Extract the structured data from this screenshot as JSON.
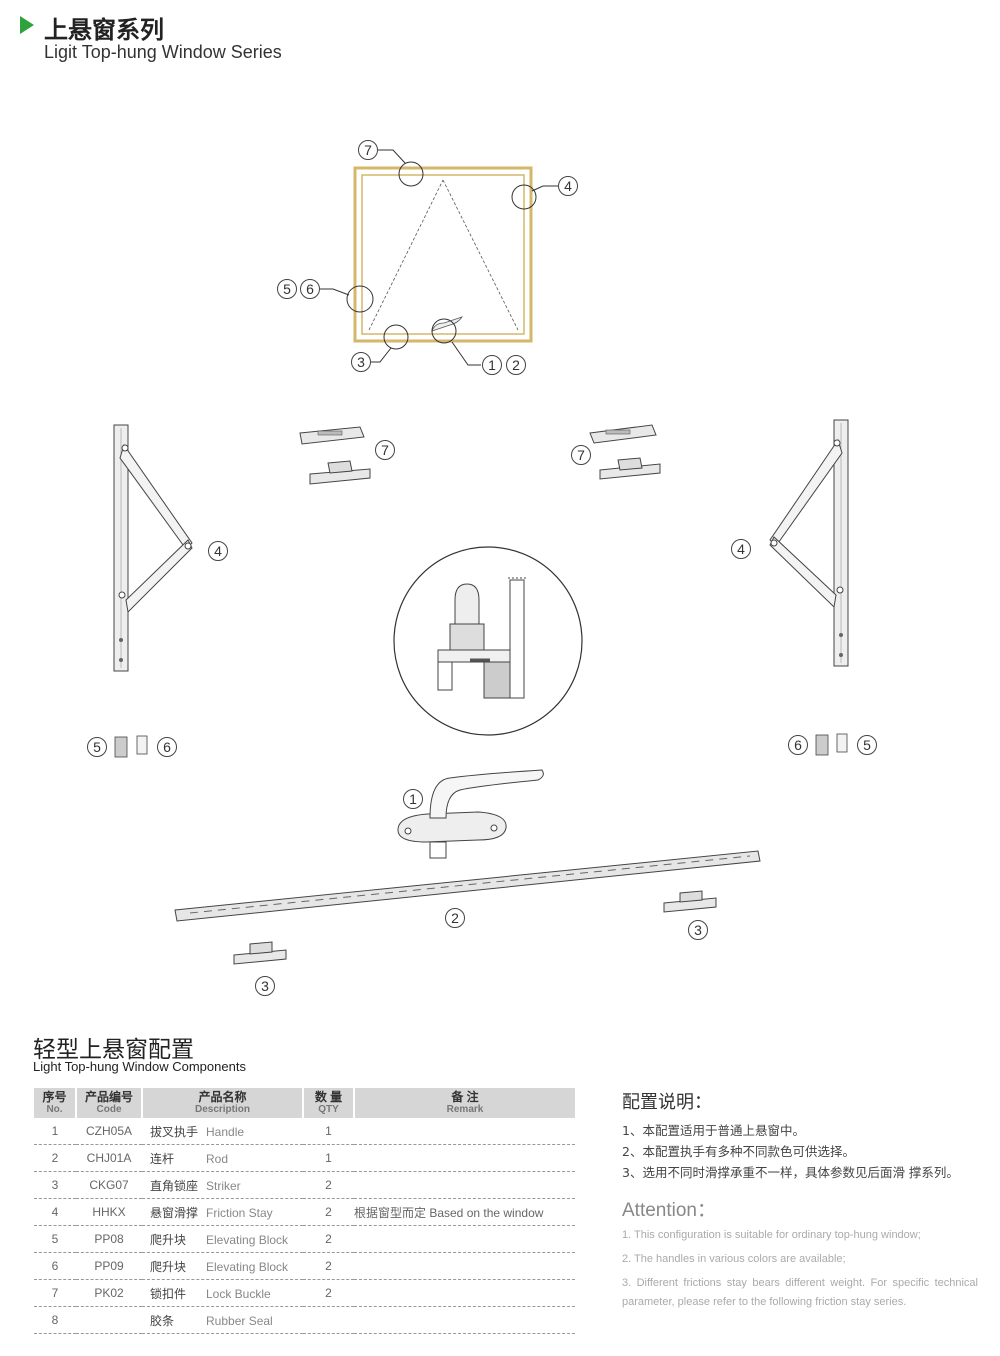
{
  "header": {
    "title_cn": "上悬窗系列",
    "title_en": "Ligit Top-hung Window Series"
  },
  "diagram": {
    "callouts": {
      "c1": "1",
      "c2": "2",
      "c3": "3",
      "c4": "4",
      "c5": "5",
      "c6": "6",
      "c7": "7"
    }
  },
  "components": {
    "title_cn": "轻型上悬窗配置",
    "title_en": "Light Top-hung Window Components",
    "headers": [
      {
        "cn": "序号",
        "en": "No."
      },
      {
        "cn": "产品编号",
        "en": "Code"
      },
      {
        "cn": "产品名称",
        "en": "Description"
      },
      {
        "cn": "数 量",
        "en": "QTY"
      },
      {
        "cn": "备 注",
        "en": "Remark"
      }
    ],
    "rows": [
      {
        "no": "1",
        "code": "CZH05A",
        "name_cn": "拔叉执手",
        "name_en": "Handle",
        "qty": "1",
        "remark": ""
      },
      {
        "no": "2",
        "code": "CHJ01A",
        "name_cn": "连杆",
        "name_en": "Rod",
        "qty": "1",
        "remark": ""
      },
      {
        "no": "3",
        "code": "CKG07",
        "name_cn": "直角锁座",
        "name_en": "Striker",
        "qty": "2",
        "remark": ""
      },
      {
        "no": "4",
        "code": "HHKX",
        "name_cn": "悬窗滑撑",
        "name_en": "Friction Stay",
        "qty": "2",
        "remark": "根据窗型而定 Based on the window"
      },
      {
        "no": "5",
        "code": "PP08",
        "name_cn": "爬升块",
        "name_en": "Elevating Block",
        "qty": "2",
        "remark": ""
      },
      {
        "no": "6",
        "code": "PP09",
        "name_cn": "爬升块",
        "name_en": "Elevating Block",
        "qty": "2",
        "remark": ""
      },
      {
        "no": "7",
        "code": "PK02",
        "name_cn": "锁扣件",
        "name_en": "Lock Buckle",
        "qty": "2",
        "remark": ""
      },
      {
        "no": "8",
        "code": "",
        "name_cn": "胶条",
        "name_en": "Rubber Seal",
        "qty": "",
        "remark": ""
      }
    ]
  },
  "notes": {
    "title": "配置说明：",
    "cn": [
      "1、本配置适用于普通上悬窗中。",
      "2、本配置执手有多种不同款色可供选择。",
      "3、选用不同时滑撑承重不一样，具体参数见后面滑 撑系列。"
    ],
    "attention_title": "Attention：",
    "en": [
      "1. This configuration is suitable for ordinary top-hung window;",
      "2. The handles in various colors are available;",
      "3. Different frictions stay bears different weight. For specific technical parameter, please refer to the following friction stay series."
    ]
  },
  "colors": {
    "accent": "#2fa33b",
    "window_frame": "#d4b76a",
    "table_header": "#d6d6d6"
  }
}
